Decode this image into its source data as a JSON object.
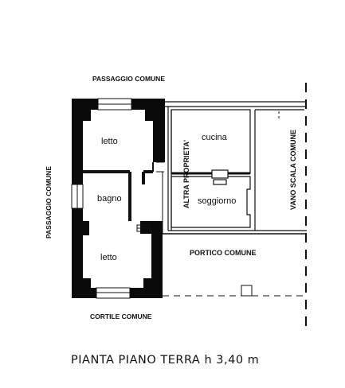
{
  "labels": {
    "top_passage": "PASSAGGIO COMUNE",
    "left_passage": "PASSAGGIO COMUNE",
    "courtyard": "CORTILE COMUNE",
    "portico": "PORTICO COMUNE",
    "stair": "VANO SCALA COMUNE",
    "other_property": "ALTRA PROPRIETA'",
    "room_letto_top": "letto",
    "room_bagno": "bagno",
    "room_letto_bottom": "letto",
    "room_cucina": "cucina",
    "room_soggiorno": "soggiorno"
  },
  "title": "PIANTA PIANO TERRA h 3,40 m"
}
